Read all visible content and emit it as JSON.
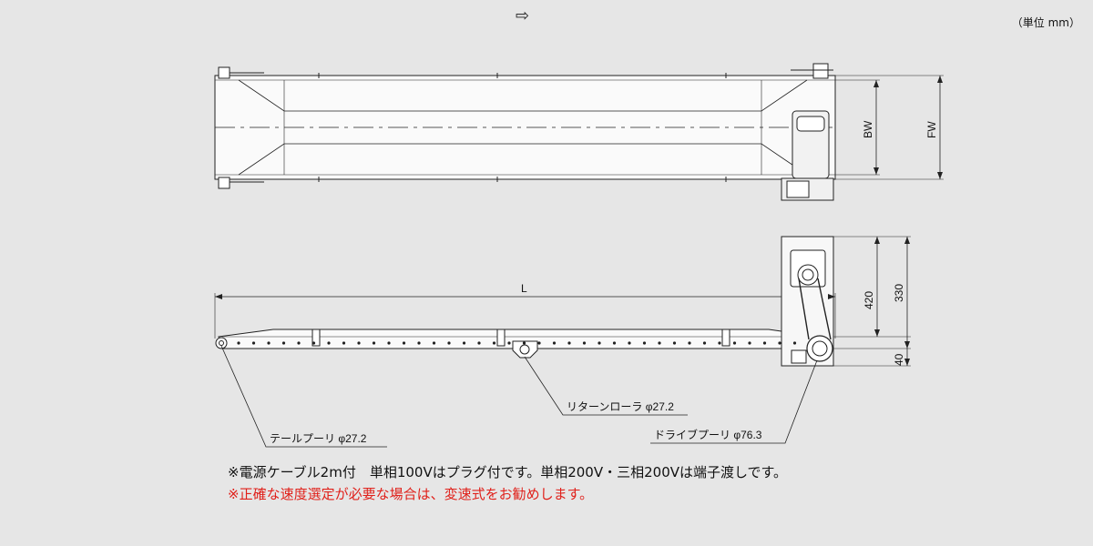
{
  "unit_label": "（単位 mm）",
  "direction_arrow": "⇨",
  "dimensions": {
    "bw": "BW",
    "fw": "FW",
    "length": "L",
    "height_420": "420",
    "height_330": "330",
    "height_40": "40"
  },
  "callouts": {
    "tail_pulley": "テールプーリ φ27.2",
    "return_roller": "リターンローラ φ27.2",
    "drive_pulley": "ドライブプーリ φ76.3"
  },
  "notes": [
    "※電源ケーブル2m付　単相100Vはプラグ付です。単相200V・三相200Vは端子渡しです。",
    "※正確な速度選定が必要な場合は、変速式をお勧めします。"
  ],
  "colors": {
    "background": "#e6e6e6",
    "line": "#222222",
    "note_warning": "#e0201a"
  }
}
